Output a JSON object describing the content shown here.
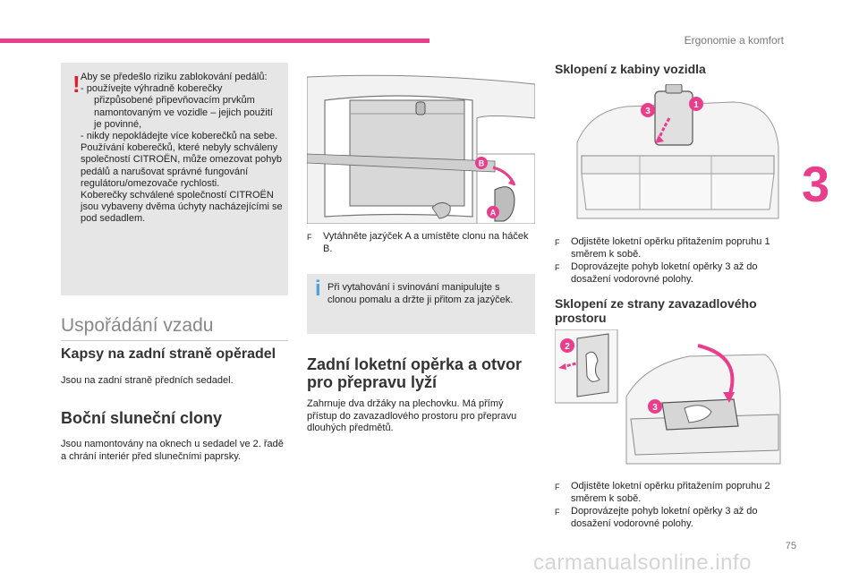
{
  "header": {
    "running_title": "Ergonomie a komfort",
    "chapter_number": "3",
    "page_number": "75"
  },
  "warning": {
    "lines": [
      "Aby se předešlo riziku zablokování pedálů:",
      "-  používejte výhradně koberečky přizpůsobené připevňovacím prvkům namontovaným ve vozidle – jejich použití je povinné,",
      "-  nikdy nepokládejte více koberečků na sebe.",
      "Používání koberečků, které nebyly schváleny společností CITROËN, může omezovat pohyb pedálů a narušovat správné fungování regulátoru/omezovače rychlosti.",
      "Koberečky schválené společností CITROËN jsou vybaveny dvěma úchyty nacházejícími se pod sedadlem."
    ]
  },
  "left": {
    "section_title": "Uspořádání vzadu",
    "pockets_title": "Kapsy na zadní straně opěradel",
    "pockets_text": "Jsou na zadní straně předních sedadel.",
    "blinds_title": "Boční sluneční clony",
    "blinds_text": "Jsou namontovány na oknech u sedadel ve 2. řadě a chrání interiér před slunečními paprsky."
  },
  "middle": {
    "fig_label_b": "B",
    "fig_label_a": "A",
    "instruction": "Vytáhněte jazýček A a umístěte clonu na háček B.",
    "info": "Při vytahování i svinování manipulujte s clonou pomalu a držte ji přitom za jazýček.",
    "armrest_title": "Zadní loketní opěrka a otvor pro přepravu lyží",
    "armrest_text": "Zahrnuje dva držáky na plechovku. Má přímý přístup do zavazadlového prostoru pro přepravu dlouhých předmětů."
  },
  "right": {
    "cabin_title": "Sklopení z kabiny vozidla",
    "cabin_labels": [
      "3",
      "1"
    ],
    "cabin_steps": [
      "Odjistěte loketní opěrku přitažením popruhu 1 směrem k sobě.",
      "Doprovázejte pohyb loketní opěrky 3 až do dosažení vodorovné polohy."
    ],
    "trunk_title": "Sklopení ze strany zavazadlového prostoru",
    "trunk_labels": [
      "2",
      "3"
    ],
    "trunk_steps": [
      "Odjistěte loketní opěrku přitažením popruhu 2 směrem k sobě.",
      "Doprovázejte pohyb loketní opěrky 3 až do dosažení vodorovné polohy."
    ],
    "bullet_marker": "F"
  },
  "watermark": "carmanualsonline.info",
  "colors": {
    "accent": "#e83e8c",
    "warning": "#e01f26",
    "info": "#4aa3df",
    "box": "#e6e6e6"
  }
}
